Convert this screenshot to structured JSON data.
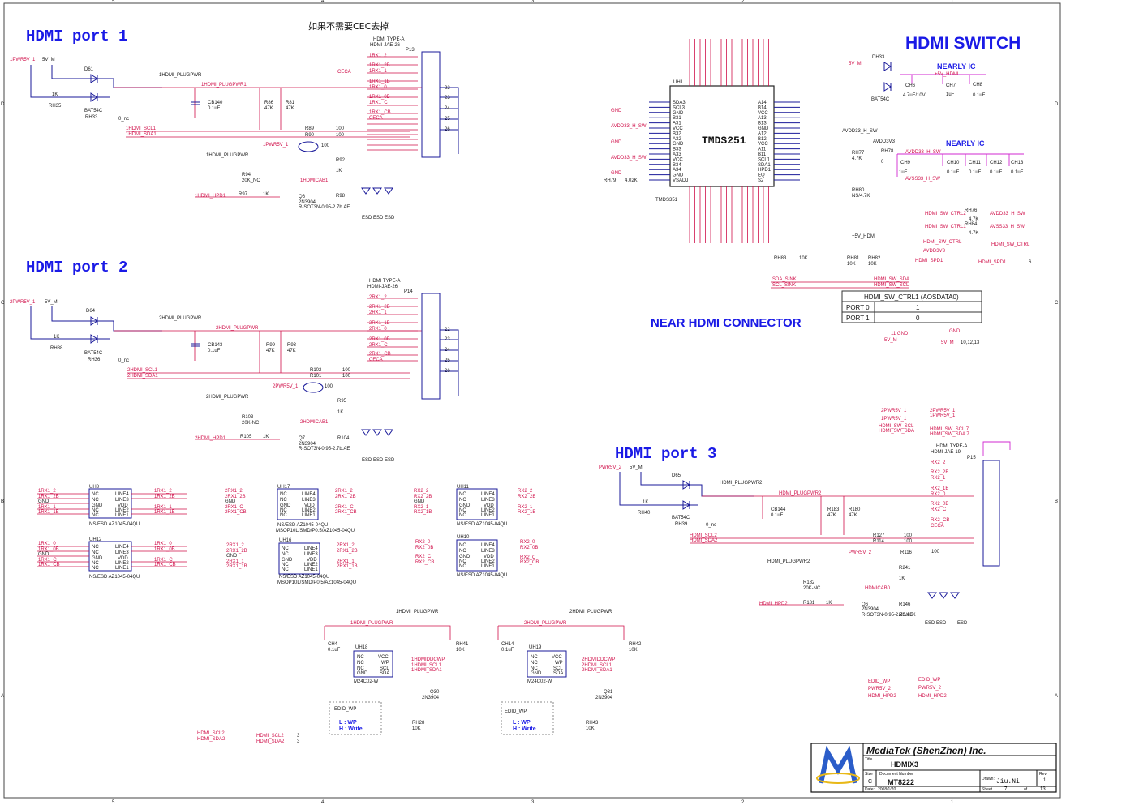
{
  "titles": {
    "port1": "HDMI port 1",
    "port2": "HDMI port 2",
    "port3": "HDMI port 3",
    "switch": "HDMI SWITCH",
    "near_connector": "NEAR HDMI CONNECTOR",
    "cec_note": "如果不需要CEC去掉",
    "nearly_ic_1": "NEARLY IC",
    "nearly_ic_2": "NEARLY IC"
  },
  "ic": {
    "tmds": "TMDS251",
    "tmds_ref": "UH1",
    "tmds_part": "TMDS351"
  },
  "connectors": {
    "p13_type": "HDMI TYPE-A",
    "p13_part": "HDMI-JAE-26",
    "p13_ref": "P13",
    "p14_type": "HDMI TYPE-A",
    "p14_part": "HDMI-JAE-26",
    "p14_ref": "P14",
    "p15_type": "HDMI TYPE-A",
    "p15_part": "HDMI-JAE-19",
    "p15_ref": "P15"
  },
  "nets": {
    "pwr1": "1PWR5V_1",
    "v5m": "5V_M",
    "plugpwr1": "1HDMI_PLUGPWR",
    "scl1": "1HDMI_SCL1",
    "sda1": "1HDMI_SDA1",
    "hpd1": "1HDMI_HPD1",
    "ceca": "CECA",
    "pwr2": "2PWR5V_1",
    "plugpwr2": "2HDMI_PLUGPWR",
    "scl2": "2HDMI_SCL1",
    "sda2": "2HDMI_SDA1",
    "hpd2": "2HDMI_HPD1",
    "pwr3": "PWR5V_2",
    "plugpwr3": "HDMI_PLUGPWR2",
    "scl3": "HDMI_SCL2",
    "sda3": "HDMI_SDA2",
    "hpd3": "HDMI_HPD2",
    "sda_sink": "SDA_SINK",
    "scl_sink": "SCL_SINK",
    "sw_ctrl": "HDMI_SW_CTRL",
    "avdd33": "AVDD33_H_SW"
  },
  "table": {
    "header": "HDMI_SW_CTRL1 (AOSDATA0)",
    "rows": [
      {
        "port": "PORT 0",
        "value": "1"
      },
      {
        "port": "PORT 1",
        "value": "0"
      }
    ]
  },
  "titleblock": {
    "company": "MediaTek (ShenZhen) Inc.",
    "title_label": "Title",
    "title": "HDMIX3",
    "size_label": "Size",
    "size": "C",
    "docnum_label": "Document Number",
    "docnum": "MT8222",
    "rev_label": "Rev",
    "rev": "1",
    "drawn_label": "Drawn:",
    "drawn": "Jiu.Ni",
    "date_label": "Date:",
    "date": "2008/1/20",
    "sheet_label": "Sheet",
    "sheet": "7",
    "of_label": "of",
    "of": "13"
  },
  "notes": {
    "wp_low": "L : WP",
    "wp_high": "H : Write",
    "eeprom": "M24C02-W",
    "esd_part": "NS/ESD AZ1045-04QU",
    "msop": "MSOP10L/SMD/P0.5/AZ1045-04QU"
  },
  "border_marks": {
    "top": [
      "5",
      "4",
      "3",
      "2",
      "1"
    ],
    "side": [
      "D",
      "C",
      "B",
      "A"
    ]
  }
}
